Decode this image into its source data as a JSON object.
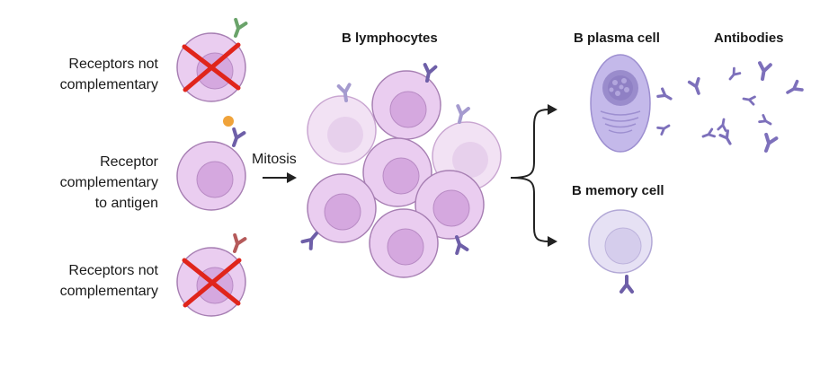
{
  "labels": {
    "receptors_not_1": [
      "Receptors not",
      "complementary"
    ],
    "receptor_comp": [
      "Receptor",
      "complementary",
      "to antigen"
    ],
    "receptors_not_2": [
      "Receptors not",
      "complementary"
    ],
    "mitosis": "Mitosis",
    "b_lymphocytes": "B lymphocytes",
    "b_plasma_cell": "B plasma cell",
    "antibodies": "Antibodies",
    "b_memory_cell": "B memory cell"
  },
  "colors": {
    "cell_fill": "#eacdf0",
    "cell_stroke": "#a77fb3",
    "nucleus_fill": "#d5a8df",
    "plasma_fill": "#c4b9ea",
    "memory_fill": "#e6e1f4",
    "antibody": "#7d70bb",
    "cross": "#e0251b",
    "receptor_green": "#6aa36a",
    "receptor_red": "#b55a5a",
    "antigen": "#f0a33a"
  }
}
